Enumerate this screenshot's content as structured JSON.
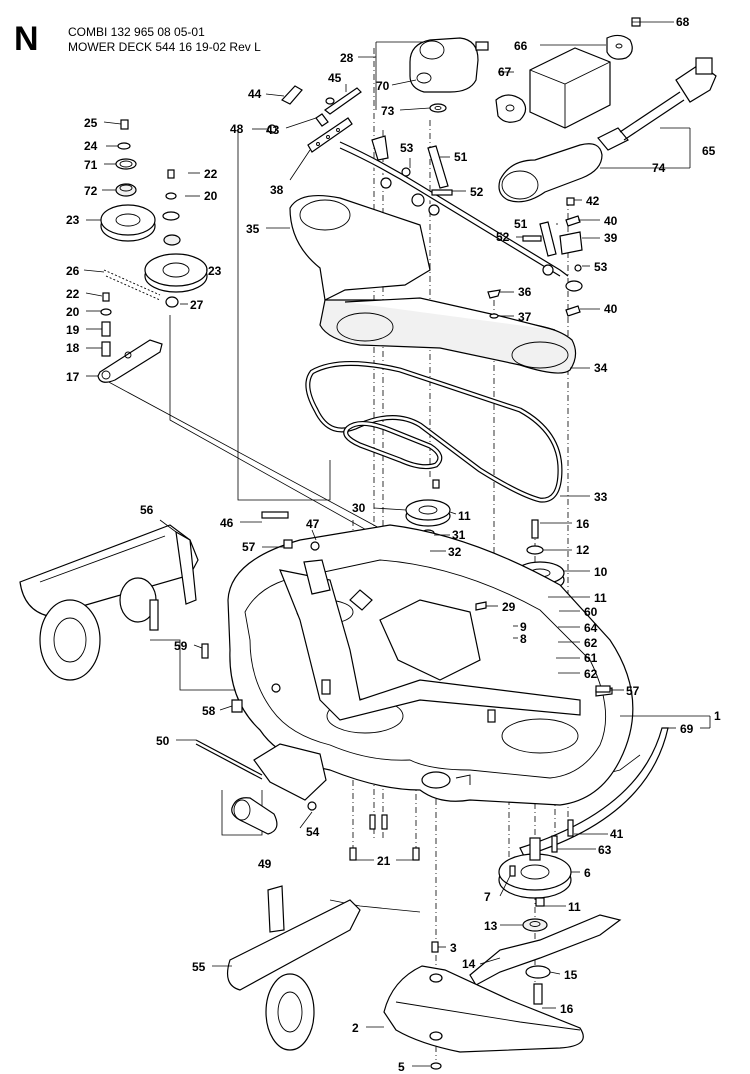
{
  "section_letter": "N",
  "header": {
    "line1": "COMBI 132 965 08 05-01",
    "line2": "MOWER DECK 544 16 19-02 Rev L"
  },
  "callouts": [
    {
      "id": "c68",
      "text": "68"
    },
    {
      "id": "c66",
      "text": "66"
    },
    {
      "id": "c67",
      "text": "67"
    },
    {
      "id": "c28",
      "text": "28"
    },
    {
      "id": "c45",
      "text": "45"
    },
    {
      "id": "c44",
      "text": "44"
    },
    {
      "id": "c70",
      "text": "70"
    },
    {
      "id": "c73",
      "text": "73"
    },
    {
      "id": "c25",
      "text": "25"
    },
    {
      "id": "c24",
      "text": "24"
    },
    {
      "id": "c71",
      "text": "71"
    },
    {
      "id": "c72",
      "text": "72"
    },
    {
      "id": "c23a",
      "text": "23"
    },
    {
      "id": "c23b",
      "text": "23"
    },
    {
      "id": "c22a",
      "text": "22"
    },
    {
      "id": "c20a",
      "text": "20"
    },
    {
      "id": "c26",
      "text": "26"
    },
    {
      "id": "c27",
      "text": "27"
    },
    {
      "id": "c22b",
      "text": "22"
    },
    {
      "id": "c20b",
      "text": "20"
    },
    {
      "id": "c19",
      "text": "19"
    },
    {
      "id": "c18",
      "text": "18"
    },
    {
      "id": "c17",
      "text": "17"
    },
    {
      "id": "c48",
      "text": "48"
    },
    {
      "id": "c43",
      "text": "43"
    },
    {
      "id": "c38",
      "text": "38"
    },
    {
      "id": "c53a",
      "text": "53"
    },
    {
      "id": "c51a",
      "text": "51"
    },
    {
      "id": "c52a",
      "text": "52"
    },
    {
      "id": "c35",
      "text": "35"
    },
    {
      "id": "c65",
      "text": "65"
    },
    {
      "id": "c74",
      "text": "74"
    },
    {
      "id": "c42",
      "text": "42"
    },
    {
      "id": "c40a",
      "text": "40"
    },
    {
      "id": "c51b",
      "text": "51"
    },
    {
      "id": "c52b",
      "text": "52"
    },
    {
      "id": "c39",
      "text": "39"
    },
    {
      "id": "c53b",
      "text": "53"
    },
    {
      "id": "c36",
      "text": "36"
    },
    {
      "id": "c37",
      "text": "37"
    },
    {
      "id": "c40b",
      "text": "40"
    },
    {
      "id": "c34",
      "text": "34"
    },
    {
      "id": "c33",
      "text": "33"
    },
    {
      "id": "c30",
      "text": "30"
    },
    {
      "id": "c11a",
      "text": "11"
    },
    {
      "id": "c31",
      "text": "31"
    },
    {
      "id": "c32",
      "text": "32"
    },
    {
      "id": "c46",
      "text": "46"
    },
    {
      "id": "c47",
      "text": "47"
    },
    {
      "id": "c57a",
      "text": "57"
    },
    {
      "id": "c56",
      "text": "56"
    },
    {
      "id": "c16a",
      "text": "16"
    },
    {
      "id": "c12",
      "text": "12"
    },
    {
      "id": "c10",
      "text": "10"
    },
    {
      "id": "c11b",
      "text": "11"
    },
    {
      "id": "c60",
      "text": "60"
    },
    {
      "id": "c29",
      "text": "29"
    },
    {
      "id": "c9",
      "text": "9"
    },
    {
      "id": "c8",
      "text": "8"
    },
    {
      "id": "c64",
      "text": "64"
    },
    {
      "id": "c62a",
      "text": "62"
    },
    {
      "id": "c61",
      "text": "61"
    },
    {
      "id": "c62b",
      "text": "62"
    },
    {
      "id": "c59",
      "text": "59"
    },
    {
      "id": "c57b",
      "text": "57"
    },
    {
      "id": "c58",
      "text": "58"
    },
    {
      "id": "c1",
      "text": "1"
    },
    {
      "id": "c69",
      "text": "69"
    },
    {
      "id": "c50",
      "text": "50"
    },
    {
      "id": "c54",
      "text": "54"
    },
    {
      "id": "c41",
      "text": "41"
    },
    {
      "id": "c63",
      "text": "63"
    },
    {
      "id": "c49",
      "text": "49"
    },
    {
      "id": "c21",
      "text": "21"
    },
    {
      "id": "c6",
      "text": "6"
    },
    {
      "id": "c7",
      "text": "7"
    },
    {
      "id": "c11c",
      "text": "11"
    },
    {
      "id": "c13",
      "text": "13"
    },
    {
      "id": "c3",
      "text": "3"
    },
    {
      "id": "c14",
      "text": "14"
    },
    {
      "id": "c55",
      "text": "55"
    },
    {
      "id": "c15",
      "text": "15"
    },
    {
      "id": "c16b",
      "text": "16"
    },
    {
      "id": "c2",
      "text": "2"
    },
    {
      "id": "c5",
      "text": "5"
    }
  ]
}
